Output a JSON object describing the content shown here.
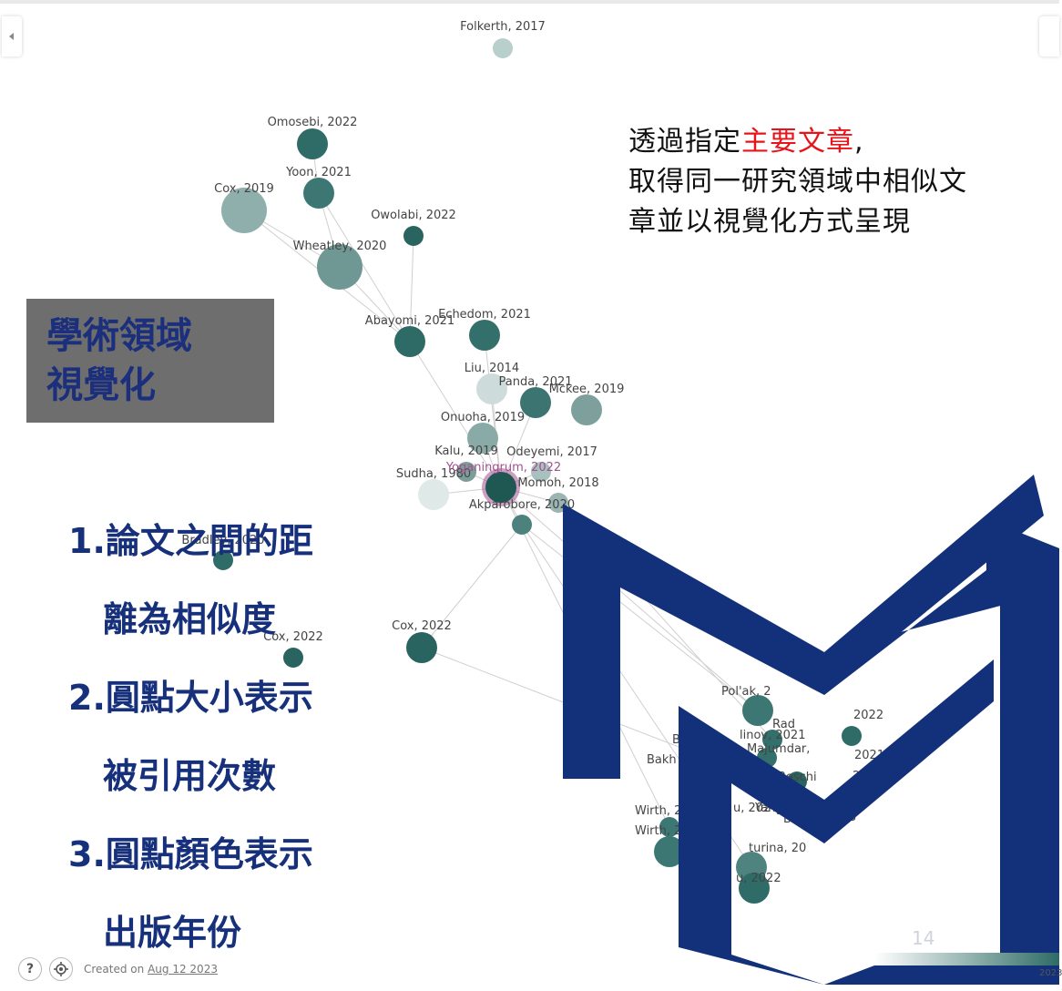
{
  "graph": {
    "nodes": [
      {
        "label": "Folkerth, 2017",
        "size": "small",
        "color": "#b9cfcc"
      },
      {
        "label": "Omosebi, 2022",
        "size": "medium",
        "color": "#2f6b67"
      },
      {
        "label": "Yoon, 2021",
        "size": "medium",
        "color": "#3d7773"
      },
      {
        "label": "Cox, 2019",
        "size": "large",
        "color": "#8fafad"
      },
      {
        "label": "Owolabi, 2022",
        "size": "small",
        "color": "#2a6460"
      },
      {
        "label": "Wheatley, 2020",
        "size": "large",
        "color": "#6f9894"
      },
      {
        "label": "Abayomi, 2021",
        "size": "medium",
        "color": "#2e6a66"
      },
      {
        "label": "Echedom, 2021",
        "size": "medium",
        "color": "#336f6b"
      },
      {
        "label": "Liu, 2014",
        "size": "medium",
        "color": "#cddcdb"
      },
      {
        "label": "Panda, 2021",
        "size": "medium",
        "color": "#3b7470"
      },
      {
        "label": "Mckee, 2019",
        "size": "medium",
        "color": "#7ea09d"
      },
      {
        "label": "Onuoha, 2019",
        "size": "medium",
        "color": "#8aaaa7"
      },
      {
        "label": "Kalu, 2019",
        "size": "small",
        "color": "#7c9e9b"
      },
      {
        "label": "Odeyemi, 2017",
        "size": "small",
        "color": "#a8c1bf"
      },
      {
        "label": "Sudha, 1980",
        "size": "medium",
        "color": "#dfe9e8"
      },
      {
        "label": "Yoganingrum, 2022",
        "size": "medium",
        "color": "#1f5753",
        "highlight": true
      },
      {
        "label": "Momoh, 2018",
        "size": "small",
        "color": "#9ab5b2"
      },
      {
        "label": "Akparobore, 2020",
        "size": "small",
        "color": "#4d817d"
      },
      {
        "label": "Bradley, 2020",
        "size": "small",
        "color": "#2f6b67"
      },
      {
        "label": "Cox, 2022",
        "size": "medium",
        "color": "#2a6460"
      },
      {
        "label": "Cox, 2022",
        "size": "small",
        "color": "#2a6460"
      },
      {
        "label": "Pol'ak, 2022",
        "size": "medium",
        "color": "#3d7773"
      },
      {
        "label": "Radu, 2022",
        "size": "small",
        "color": "#2f6b67"
      },
      {
        "label": "Ilinov, 2021",
        "size": "small",
        "color": "#336f6b"
      },
      {
        "label": "Majumdar, 2021",
        "size": "small",
        "color": "#336f6b"
      },
      {
        "label": "Bakhtiyari, 2021",
        "size": "small",
        "color": "#336f6b"
      },
      {
        "label": "Boschi, 2022",
        "size": "small",
        "color": "#2a6460"
      },
      {
        "label": "Wirth, 2021",
        "size": "small",
        "color": "#3d7773"
      },
      {
        "label": "Wirth, 2021",
        "size": "medium",
        "color": "#3d7773"
      },
      {
        "label": "Yang, 2022",
        "size": "small",
        "color": "#2a6460"
      },
      {
        "label": "Maturina, 2022",
        "size": "medium",
        "color": "#4f837f"
      },
      {
        "label": "Liu, 2022",
        "size": "medium",
        "color": "#2f6b67"
      }
    ],
    "overlay_labels": [
      "Pol'ak, 2",
      "2022",
      "Rad",
      "linov, 2021",
      "Majumdar,",
      "2021",
      "Bakh",
      "2022",
      "Boschi",
      "n, 2022",
      "Yang,",
      "u, 202",
      "3",
      "Wirth, 2",
      "Wirth, 2",
      "turina, 20",
      "u, 2022",
      "B",
      "21",
      "Bu"
    ]
  },
  "note": {
    "line1_prefix": "透過指定",
    "line1_highlight": "主要文章",
    "line1_suffix": ",",
    "rest": "取得同一研究領域中相似文章並以視覺化方式呈現",
    "highlight_color": "#e8141a"
  },
  "title_box": {
    "line1": "學術領域",
    "line2": "視覺化"
  },
  "points": [
    "1.論文之間的距",
    "離為相似度",
    "2.圓點大小表示",
    "被引用次數",
    "3.圓點顏色表示",
    "出版年份"
  ],
  "page_number": "14",
  "footer": {
    "help_label": "?",
    "created_prefix": "Created on",
    "created_date": "Aug 12 2023",
    "year_end": "2023"
  },
  "colors": {
    "logo_blue": "#13307a",
    "text_blue": "#16307b",
    "box_gray": "#6e6e6e"
  }
}
